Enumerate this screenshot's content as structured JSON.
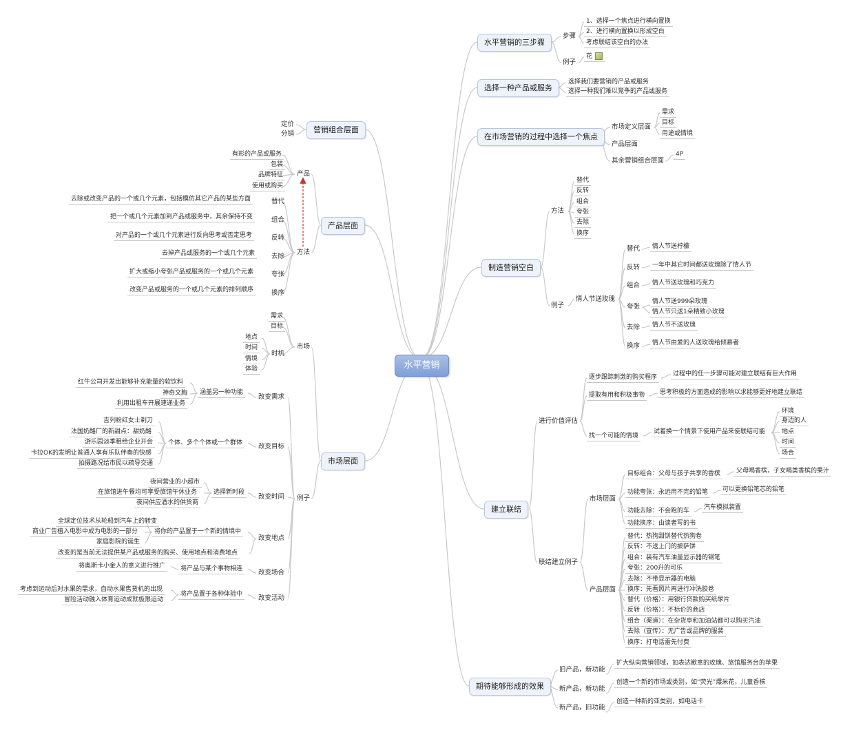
{
  "center": "水平营销",
  "right": [
    {
      "label": "水平营销的三步骤",
      "groups": [
        {
          "label": "步骤",
          "items": [
            "1、选择一个焦点进行横向置换",
            "2、进行横向置换以形成空白",
            "考虑联结该空白的办法"
          ]
        },
        {
          "label": "例子",
          "items": [
            "花"
          ]
        }
      ]
    },
    {
      "label": "选择一种产品或服务",
      "items": [
        "选择我们要营销的产品或服务",
        "选择一种我们难以竞争的产品或服务"
      ]
    },
    {
      "label": "在市场营销的过程中选择一个焦点",
      "groups": [
        {
          "label": "市场定义层面",
          "items": [
            "需求",
            "目标",
            "用途或情境"
          ]
        },
        {
          "label": "产品层面",
          "items": []
        },
        {
          "label": "其余营销组合层面",
          "items": [
            "4P"
          ]
        }
      ]
    },
    {
      "label": "制造营销空白",
      "groups": [
        {
          "label": "方法",
          "items": [
            "替代",
            "反转",
            "组合",
            "夸张",
            "去除",
            "换序"
          ]
        },
        {
          "label": "例子",
          "sublabel": "情人节送玫瑰",
          "pairs": [
            {
              "k": "替代",
              "v": [
                "情人节送柠檬"
              ]
            },
            {
              "k": "反转",
              "v": [
                "一年中其它时间都送玫瑰除了情人节"
              ]
            },
            {
              "k": "组合",
              "v": [
                "情人节送玫瑰和巧克力"
              ]
            },
            {
              "k": "夸张",
              "v": [
                "情人节送999朵玫瑰",
                "情人节只送1朵精致小玫瑰"
              ]
            },
            {
              "k": "去除",
              "v": [
                "情人节不送玫瑰"
              ]
            },
            {
              "k": "换序",
              "v": [
                "情人节由爱的人送玫瑰给倾慕者"
              ]
            }
          ]
        }
      ]
    },
    {
      "label": "建立联结",
      "groups": [
        {
          "label": "进行价值评估",
          "pairs": [
            {
              "k": "逐步跟踪刺激的购买程序",
              "v": "过程中的任一步骤可能对建立联结有巨大作用"
            },
            {
              "k": "提取有用和积极事物",
              "v": "思考积极的方面造成的影响以求能够更好地建立联结"
            },
            {
              "k": "找一个可能的情境",
              "v": "试着换一个情景下使用产品来使联结可能",
              "items": [
                "环境",
                "身边的人",
                "地点",
                "时间",
                "场合"
              ]
            }
          ]
        },
        {
          "label": "联结建立例子",
          "market_label": "市场层面",
          "market": [
            {
              "k": "目标组合：父母与孩子共享的香槟",
              "v": "父母喝香槟，子女喝类香槟的果汁"
            },
            {
              "k": "功能夸张：永远用不完的铅笔",
              "v": "可以更换铅笔芯的铅笔"
            },
            {
              "k": "功能去除：不会跑的车",
              "v": "汽车模拟装置"
            },
            {
              "k": "功能换序：由读者写的书",
              "v": ""
            }
          ],
          "product_label": "产品层面",
          "product": [
            "替代：热狗甜饼替代热狗卷",
            "反转：不送上门的披萨饼",
            "组合：装有汽车油量显示器的钢笔",
            "夸张：200升的可乐",
            "去除：不带显示器的电脑",
            "换序：先看照片再进行冲洗胶卷",
            "替代（价格）：用银行贷款购买纸尿片",
            "反转（价格）：不标价的商店",
            "组合（渠道）：在杂货亭和加油站都可以购买汽油",
            "去除（宣传）：无广告或品牌的服装",
            "换序：打电话雷先付费"
          ]
        }
      ]
    },
    {
      "label": "期待能够形成的效果",
      "pairs": [
        {
          "k": "旧产品，新功能",
          "v": "扩大纵向营销领域，如表达歉意的玫瑰、旅馆服务台的苹果"
        },
        {
          "k": "新产品，新功能",
          "v": "创造一个新的市场或类别，如“荧光”爆米花，儿童香槟"
        },
        {
          "k": "新产品，旧功能",
          "v": "创造一种新的亚类别，如电话卡"
        }
      ]
    }
  ],
  "left": {
    "mix": {
      "label": "营销组合层面",
      "items": [
        "定价",
        "分销"
      ]
    },
    "product": {
      "label": "产品层面",
      "top": "产品",
      "top_items": [
        "有形的产品或服务",
        "包装",
        "品牌特征",
        "使用或购买"
      ],
      "method": "方法",
      "pairs": [
        {
          "k": "替代",
          "v": "去除或改变产品的一个或几个元素，包括模仿其它产品的某些方面"
        },
        {
          "k": "组合",
          "v": "把一个或几个元素加到产品或服务中，其余保持不变"
        },
        {
          "k": "反转",
          "v": "对产品的一个或几个元素进行反向思考或否定思考"
        },
        {
          "k": "去除",
          "v": "去掉产品或服务的一个或几个元素"
        },
        {
          "k": "夸张",
          "v": "扩大或缩小夸张产品或服务的一个或几个元素"
        },
        {
          "k": "换序",
          "v": "改变产品或服务的一个或几个元素的排列顺序"
        }
      ]
    },
    "market": {
      "label": "市场层面",
      "top": "市场",
      "top_items": [
        "需求",
        "目标"
      ],
      "time_label": "时机",
      "time_items": [
        "地点",
        "时间",
        "情境",
        "体验"
      ],
      "example": "例子",
      "groups": [
        {
          "k": "改变需求",
          "mid": "涵盖另一种功能",
          "v": [
            "红牛公司开发出能够补充能量的软饮料",
            "神奇文胸",
            "利用出租车开展速递业务"
          ]
        },
        {
          "k": "改变目标",
          "mid": "个体、多个个体或一个群体",
          "v": [
            "吉列粉红女士剃刀",
            "法国奶酪厂的新甜点：甜奶酪",
            "游乐园淡季租给企业开会",
            "卡拉OK的发明让普通人享有乐队伴奏的快感",
            "拍摄路况给市民以疏导交通"
          ]
        },
        {
          "k": "改变时间",
          "mid": "选择新时段",
          "v": [
            "夜间营业的小超市",
            "在旅馆进午餐均可享受旅馆午休业务",
            "夜间供应酒水的供货商"
          ]
        },
        {
          "k": "改变地点",
          "mid": "将你的产品置于一个新的情境中",
          "v": [
            "全球定位技术从轮船到汽车上的转变",
            "商业广告植入电影中成为电影的一部分",
            "家庭影院的诞生"
          ],
          "extra": "改变的是当前无法提供某产品或服务的购买、使用地点和消费地点"
        },
        {
          "k": "改变场合",
          "mid": "将产品与某个事物相连",
          "v": [
            "将奥斯卡小金人的意义进行推广"
          ]
        },
        {
          "k": "改变活动",
          "mid": "将产品置于各种体验中",
          "v": [
            "考虑到运动后对水果的需求，自动水果售货机的出现",
            "冒险活动融入体育运动成就极限运动"
          ]
        }
      ]
    }
  }
}
